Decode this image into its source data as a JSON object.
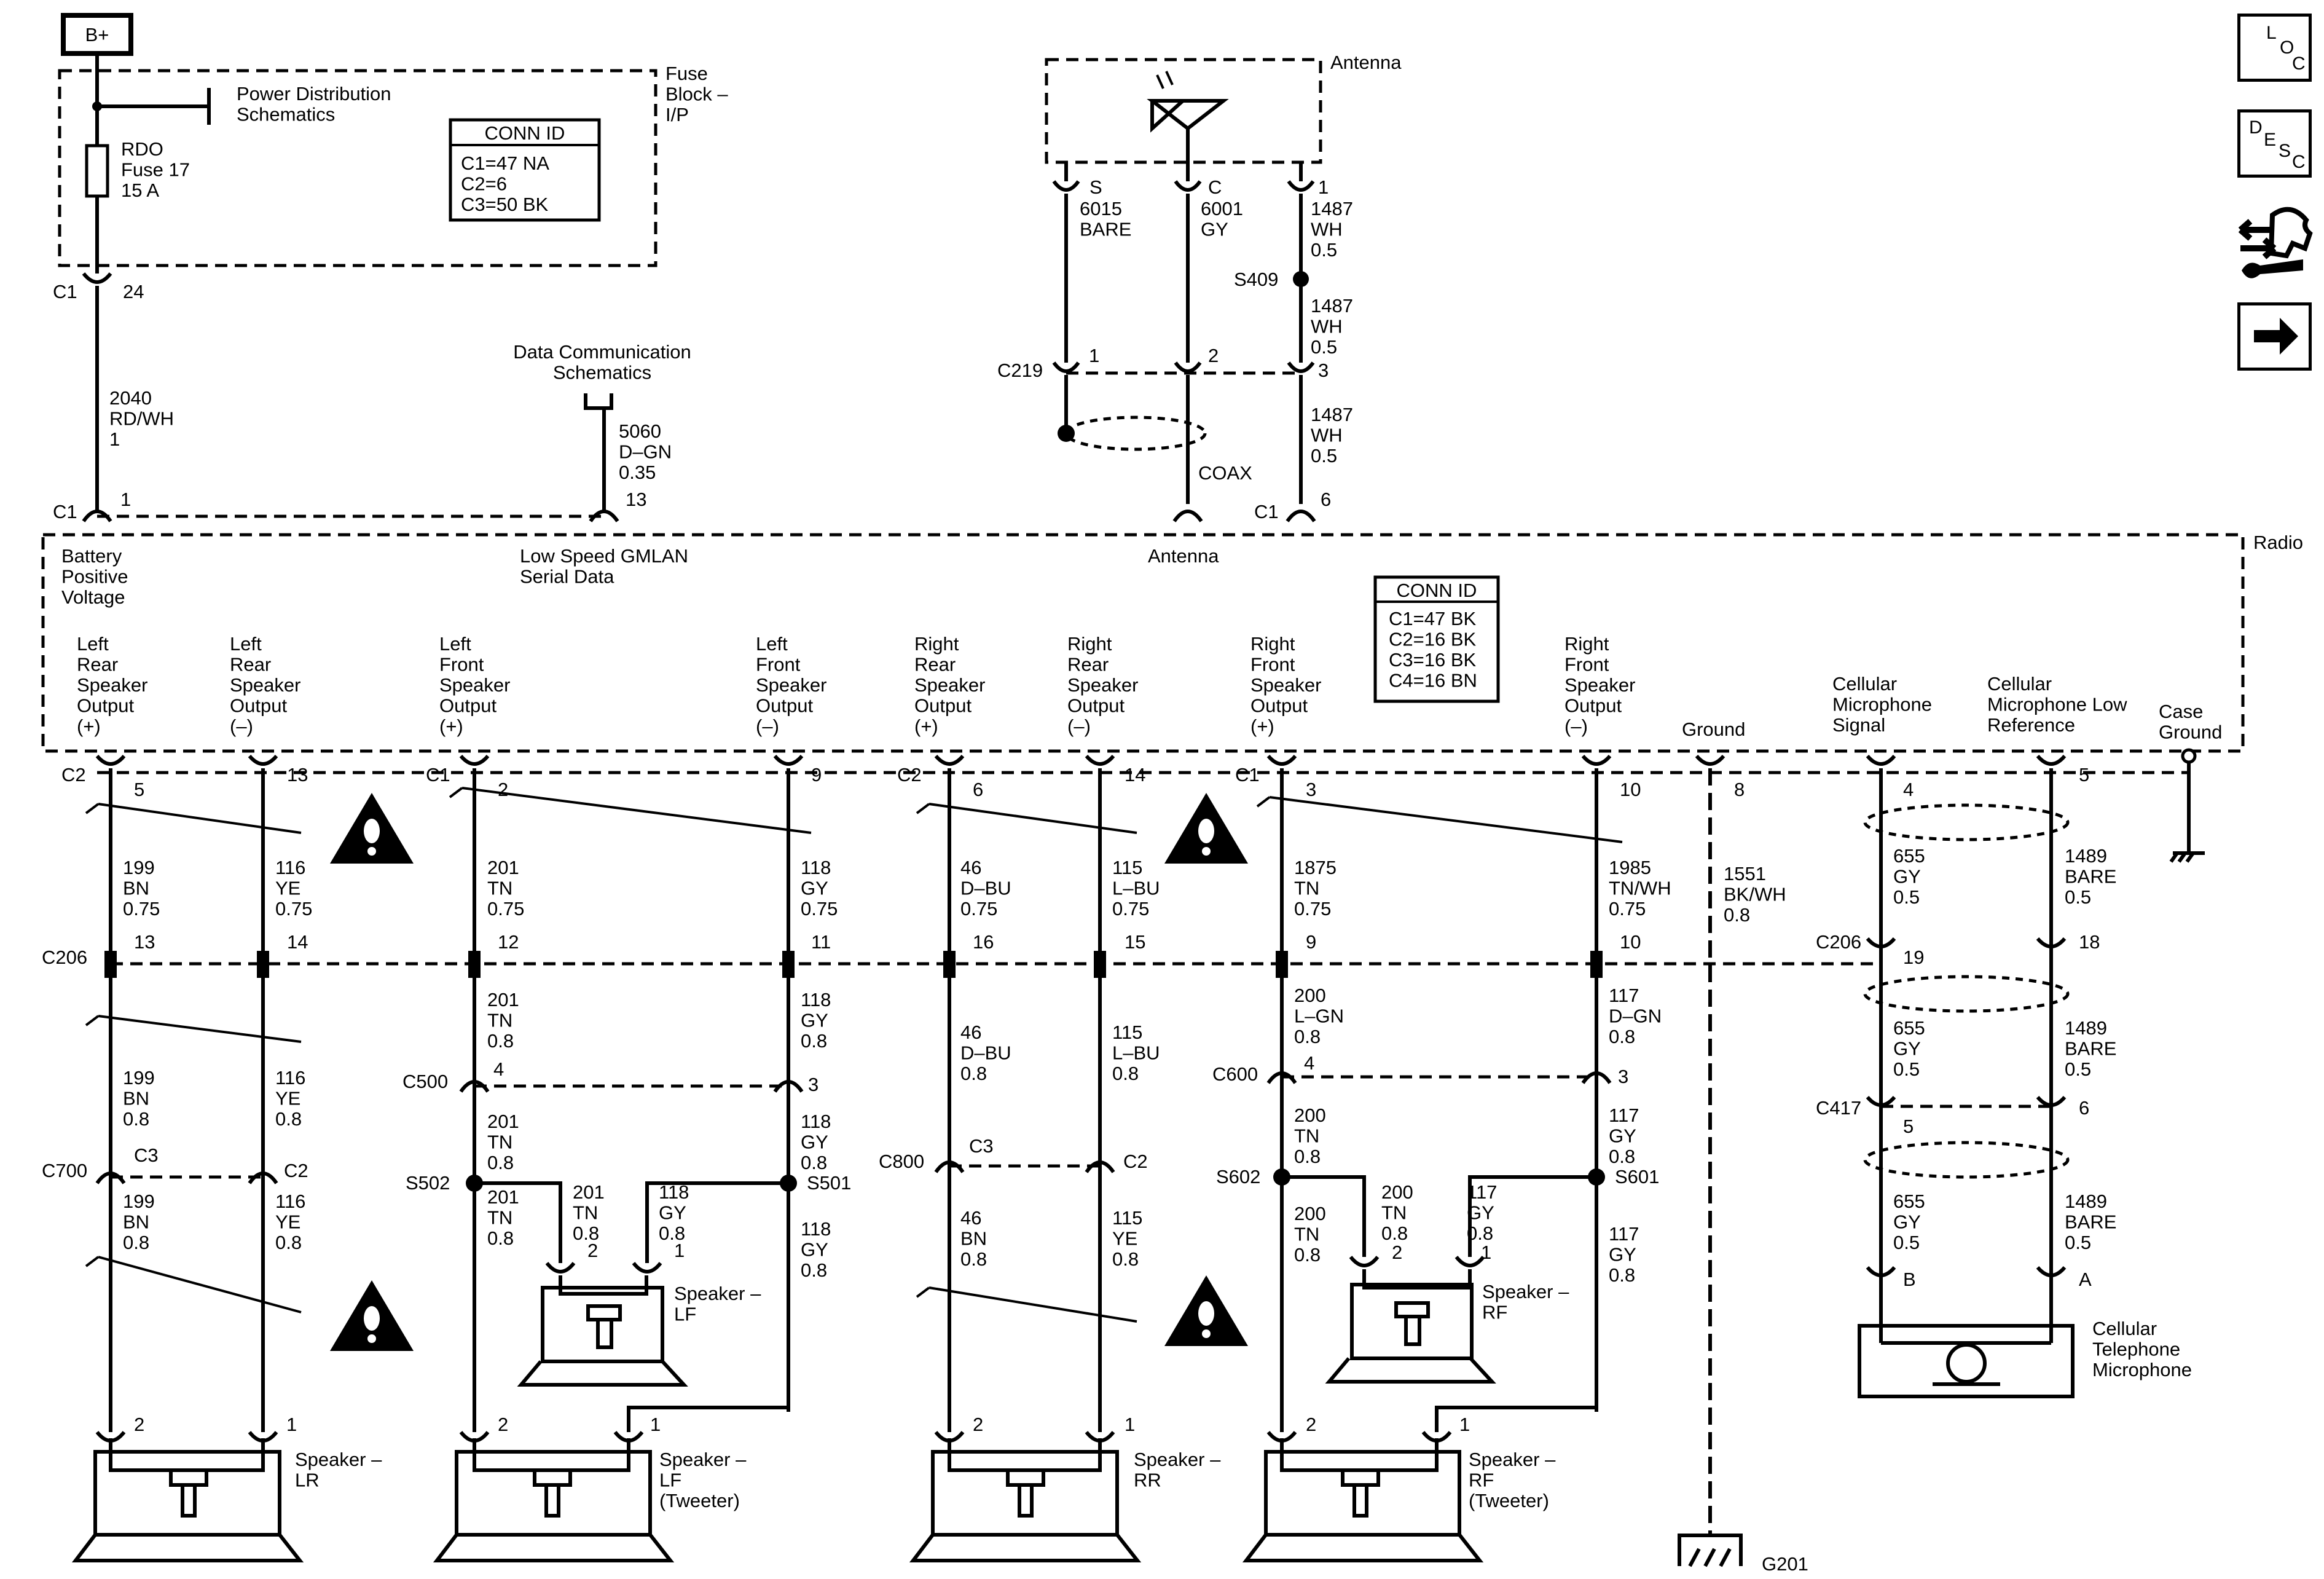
{
  "source": {
    "label": "B+"
  },
  "fuse_block": {
    "title": "Fuse\nBlock –\nI/P",
    "power_ref": "Power Distribution\nSchematics",
    "fuse": "RDO\nFuse 17\n15 A",
    "conn_id_header": "CONN ID",
    "conn_id": "C1=47 NA\nC2=6\nC3=50 BK",
    "out_conn": "C1",
    "out_pin": "24"
  },
  "wire_power": {
    "label": "2040\nRD/WH\n1"
  },
  "data_comm": {
    "title": "Data Communication\nSchematics",
    "wire": "5060\nD–GN\n0.35"
  },
  "antenna": {
    "title": "Antenna",
    "pins": [
      "S",
      "C",
      "1"
    ],
    "wires": [
      "6015\nBARE",
      "6001\nGY",
      "1487\nWH\n0.5"
    ],
    "splice": "S409",
    "wire_mid": "1487\nWH\n0.5",
    "conn": "C219",
    "conn_pins": [
      "1",
      "2",
      "3"
    ],
    "wire_low": "1487\nWH\n0.5",
    "coax": "COAX",
    "radio_conn": "C1",
    "radio_pin": "6"
  },
  "radio": {
    "title": "Radio",
    "top_conn": "C1",
    "top_pin1": "1",
    "top_pin13": "13",
    "battery": "Battery\nPositive\nVoltage",
    "serial": "Low Speed GMLAN\nSerial Data",
    "antenna": "Antenna",
    "conn_id_header": "CONN ID",
    "conn_id": "C1=47 BK\nC2=16 BK\nC3=16 BK\nC4=16 BN",
    "outputs": [
      "Left\nRear\nSpeaker\nOutput\n(+)",
      "Left\nRear\nSpeaker\nOutput\n(–)",
      "Left\nFront\nSpeaker\nOutput\n(+)",
      "Left\nFront\nSpeaker\nOutput\n(–)",
      "Right\nRear\nSpeaker\nOutput\n(+)",
      "Right\nRear\nSpeaker\nOutput\n(–)",
      "Right\nFront\nSpeaker\nOutput\n(+)",
      "Right\nFront\nSpeaker\nOutput\n(–)",
      "Ground",
      "Cellular\nMicrophone\nSignal",
      "Cellular\nMicrophone Low\nReference",
      "Case\nGround"
    ],
    "out_conns": [
      "C2",
      "C1",
      "C2",
      "C1"
    ],
    "out_pins": [
      "5",
      "13",
      "2",
      "9",
      "6",
      "14",
      "3",
      "10",
      "8",
      "4",
      "5"
    ]
  },
  "wires_top": [
    "199\nBN\n0.75",
    "116\nYE\n0.75",
    "201\nTN\n0.75",
    "118\nGY\n0.75",
    "46\nD–BU\n0.75",
    "115\nL–BU\n0.75",
    "1875\nTN\n0.75",
    "1985\nTN/WH\n0.75",
    "1551\nBK/WH\n0.8",
    "655\nGY\n0.5",
    "1489\nBARE\n0.5"
  ],
  "c206": {
    "label": "C206",
    "pins": [
      "13",
      "14",
      "12",
      "11",
      "16",
      "15",
      "9",
      "10",
      "19",
      "18"
    ]
  },
  "wires_mid": [
    "199\nBN\n0.8",
    "116\nYE\n0.8",
    "201\nTN\n0.8",
    "118\nGY\n0.8",
    "46\nD–BU\n0.8",
    "115\nL–BU\n0.8",
    "200\nL–GN\n0.8",
    "117\nD–GN\n0.8",
    "655\nGY\n0.5",
    "1489\nBARE\n0.5"
  ],
  "c500": {
    "label": "C500",
    "pins": [
      "4",
      "3"
    ]
  },
  "c600": {
    "label": "C600",
    "pins": [
      "4",
      "3"
    ]
  },
  "c417": {
    "label": "C417",
    "pins": [
      "5",
      "6"
    ]
  },
  "c700": {
    "label": "C700",
    "pins": [
      "C3",
      "C2"
    ]
  },
  "c800": {
    "label": "C800",
    "pins": [
      "C3",
      "C2"
    ]
  },
  "splices": [
    "S502",
    "S501",
    "S602",
    "S601"
  ],
  "wires_c500": [
    "201\nTN\n0.8",
    "118\nGY\n0.8",
    "200\nTN\n0.8",
    "117\nGY\n0.8"
  ],
  "wires_low": [
    "199\nBN\n0.8",
    "116\nYE\n0.8",
    "201\nTN\n0.8",
    "201\nTN\n0.8",
    "118\nGY\n0.8",
    "118\nGY\n0.8",
    "46\nBN\n0.8",
    "115\nYE\n0.8",
    "200\nTN\n0.8",
    "200\nTN\n0.8",
    "117\nGY\n0.8",
    "117\nGY\n0.8",
    "655\nGY\n0.5",
    "1489\nBARE\n0.5"
  ],
  "speakers": [
    "Speaker –\nLR",
    "Speaker –\nLF\n(Tweeter)",
    "Speaker –\nLF",
    "Speaker –\nRR",
    "Speaker –\nRF\n(Tweeter)",
    "Speaker –\nRF"
  ],
  "speaker_pins": [
    "2",
    "1"
  ],
  "mic": {
    "label": "Cellular\nTelephone\nMicrophone",
    "pins": [
      "B",
      "A"
    ]
  },
  "ground": {
    "label": "G201"
  },
  "nav": {
    "loc": [
      "L",
      "O",
      "C"
    ],
    "desc": [
      "D",
      "E",
      "S",
      "C"
    ]
  }
}
